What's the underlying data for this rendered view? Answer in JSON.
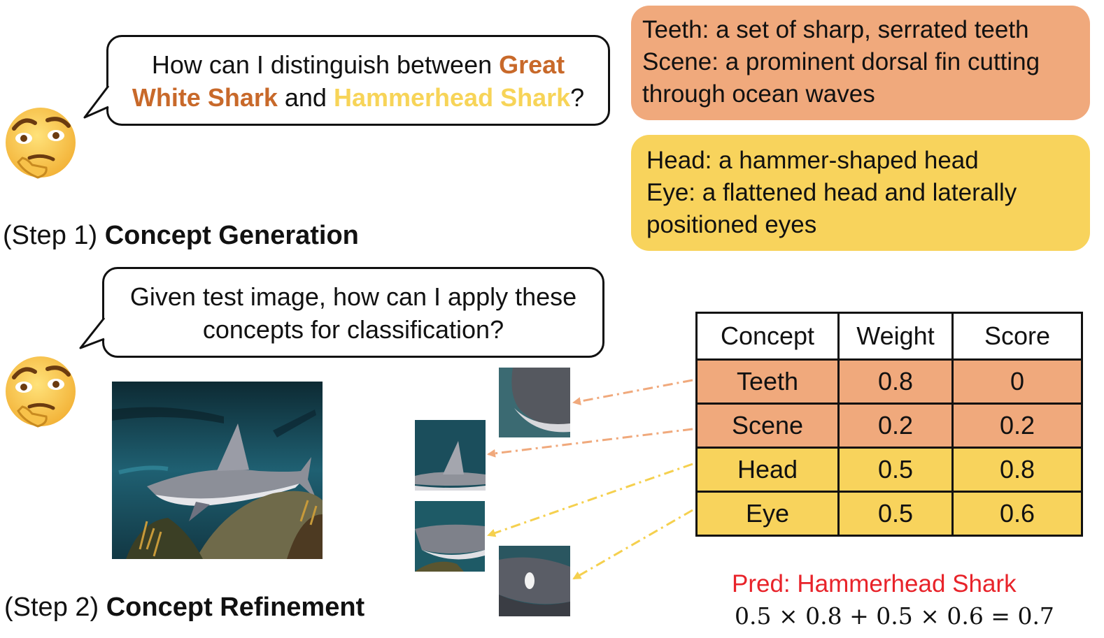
{
  "step1": {
    "question_prefix": "How can I distinguish between ",
    "class_a_part1": "Great",
    "class_a_part2": "White Shark",
    "conjunction": " and ",
    "class_b": "Hammerhead Shark",
    "question_suffix": "?",
    "label_prefix": "(Step 1) ",
    "label_bold": "Concept Generation"
  },
  "concepts_great_white": {
    "line1": "Teeth: a set of sharp, serrated teeth",
    "line2": "Scene: a prominent dorsal fin cutting",
    "line3": "through ocean waves"
  },
  "concepts_hammerhead": {
    "line1": "Head: a hammer-shaped head",
    "line2": "Eye: a  flattened head and laterally",
    "line3": "positioned eyes"
  },
  "step2": {
    "question_line1": "Given test image, how can I apply these",
    "question_line2": "concepts for classification?",
    "label_prefix": "(Step 2) ",
    "label_bold": "Concept Refinement"
  },
  "table": {
    "headers": [
      "Concept",
      "Weight",
      "Score"
    ],
    "rows": [
      {
        "concept": "Teeth",
        "weight": "0.8",
        "score": "0"
      },
      {
        "concept": "Scene",
        "weight": "0.2",
        "score": "0.2"
      },
      {
        "concept": "Head",
        "weight": "0.5",
        "score": "0.8"
      },
      {
        "concept": "Eye",
        "weight": "0.5",
        "score": "0.6"
      }
    ]
  },
  "prediction": {
    "label": "Pred: Hammerhead Shark",
    "formula": "0.5 × 0.8 + 0.5 × 0.6 = 0.7"
  },
  "colors": {
    "great_white": "#c8692a",
    "hammerhead": "#f7d458",
    "orange_fill": "#f0a97c",
    "yellow_fill": "#f8d35c",
    "pred_red": "#e8232a"
  },
  "icons": [
    "thinking-face-icon",
    "thinking-face-icon"
  ]
}
